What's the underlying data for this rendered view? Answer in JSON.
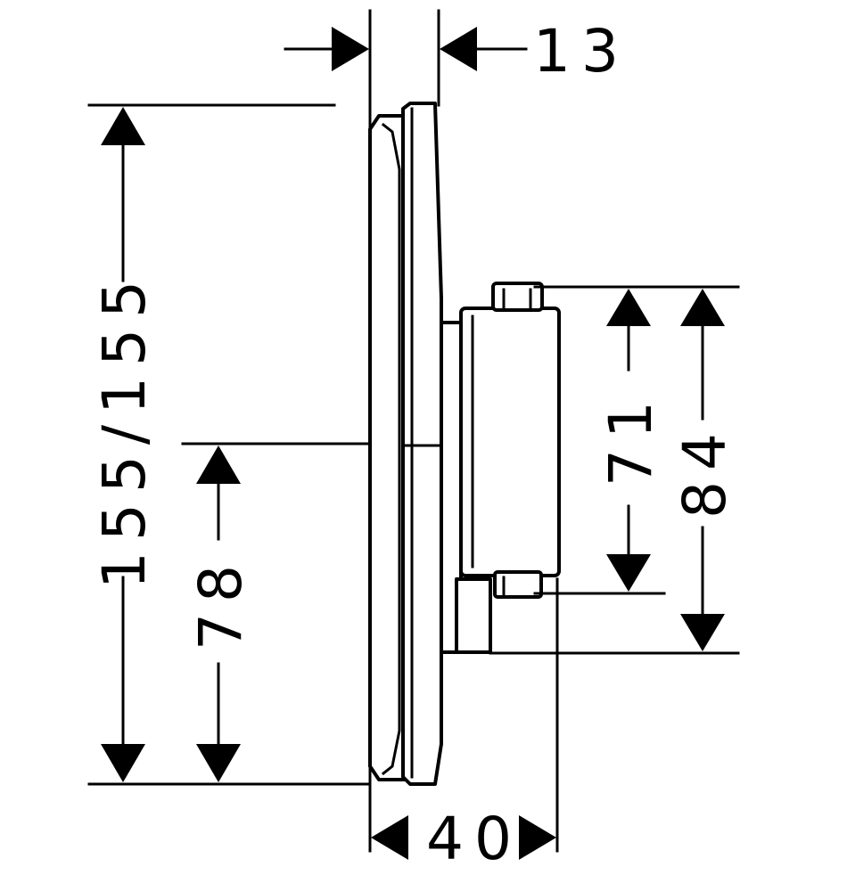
{
  "dimensions": {
    "depth_trim": "13",
    "height_total": "155/155",
    "height_center": "78",
    "body_inner": "71",
    "body_outer": "84",
    "depth_total": "40"
  },
  "colors": {
    "line": "#000000",
    "background": "#ffffff"
  }
}
